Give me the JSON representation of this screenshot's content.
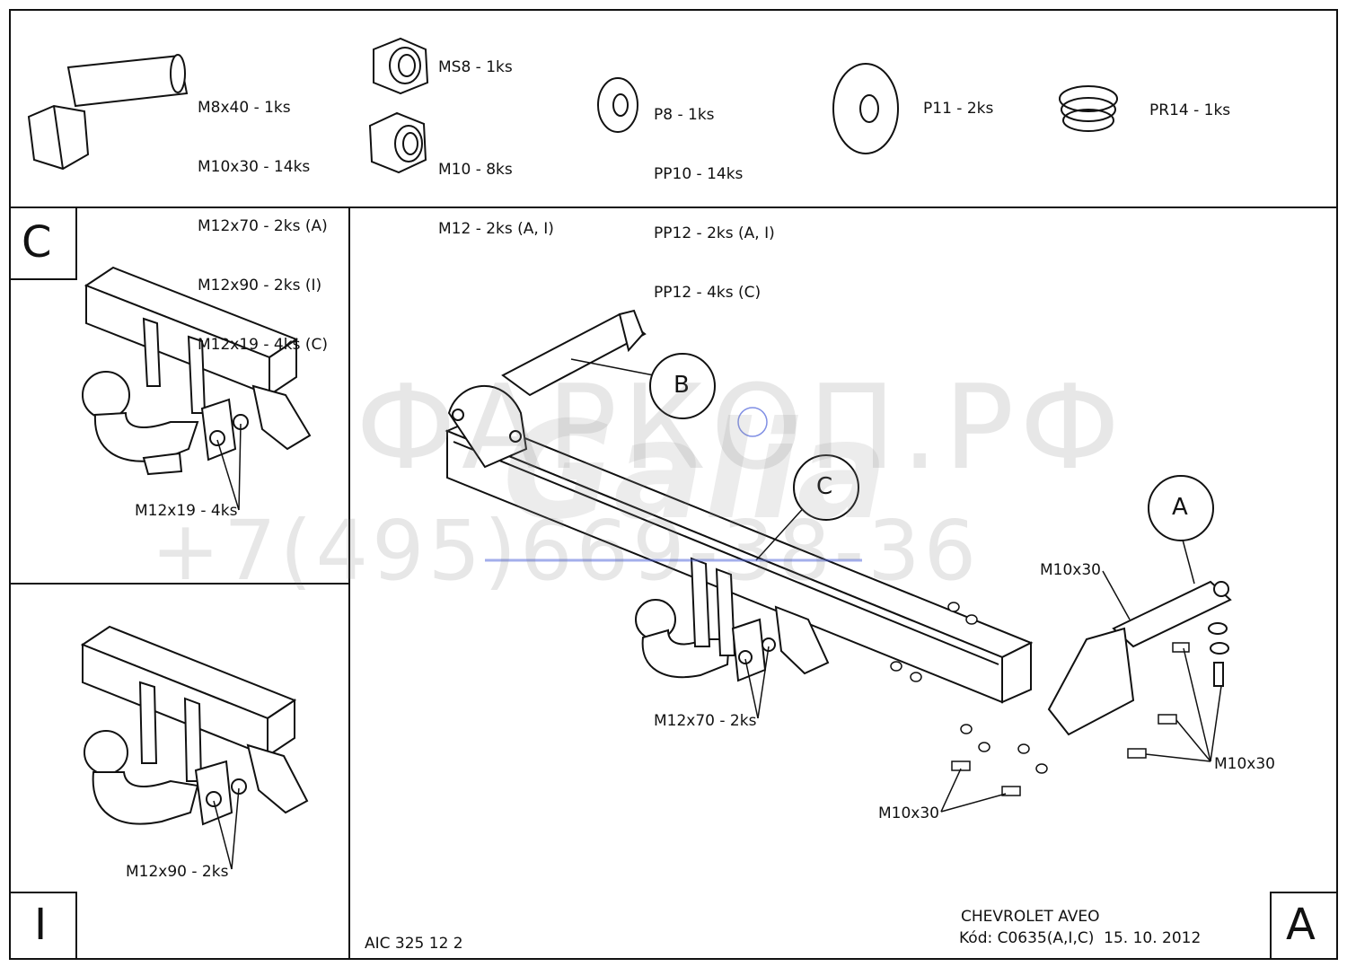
{
  "parts": [
    {
      "icon": "bolt-icon",
      "lines": [
        "M8x40 - 1ks",
        "M10x30 - 14ks",
        "M12x70 - 2ks (A)",
        "M12x90 - 2ks (I)",
        "M12x19 - 4ks (C)"
      ]
    },
    {
      "icon": "lock-nut-icon",
      "lines": [
        "MS8 - 1ks"
      ]
    },
    {
      "icon": "nut-icon",
      "lines": [
        "M10 - 8ks",
        "M12 - 2ks (A, I)"
      ]
    },
    {
      "icon": "washer-icon",
      "lines": [
        "P8 - 1ks",
        "PP10 - 14ks",
        "PP12 - 2ks (A, I)",
        "PP12 - 4ks (C)"
      ]
    },
    {
      "icon": "large-washer-icon",
      "lines": [
        "P11 - 2ks"
      ]
    },
    {
      "icon": "spring-washer-icon",
      "lines": [
        "PR14 - 1ks"
      ]
    }
  ],
  "panels": {
    "c": {
      "letter": "C",
      "label": "M12x19 - 4ks"
    },
    "i": {
      "letter": "I",
      "label": "M12x90 - 2ks"
    },
    "main": {
      "callout_b": "B",
      "callout_c": "C",
      "callout_a": "A",
      "label_m12x70": "M12x70 - 2ks",
      "label_m10x30_top": "M10x30",
      "label_m10x30_right": "M10x30",
      "label_m10x30_bottom": "M10x30"
    }
  },
  "footer": {
    "code": "AIC 325 12 2",
    "vehicle": "CHEVROLET AVEO",
    "kod": "Kód: C0635(A,I,C)  15. 10. 2012",
    "variant_letter": "A"
  },
  "watermark": {
    "brand": "ФАРКОП.РФ",
    "phone": "+7(495)669-38-36",
    "logo": "Galia"
  },
  "colors": {
    "line": "#111111",
    "watermark": "#9a9a9a",
    "accent_ring": "#4a5fd8"
  }
}
